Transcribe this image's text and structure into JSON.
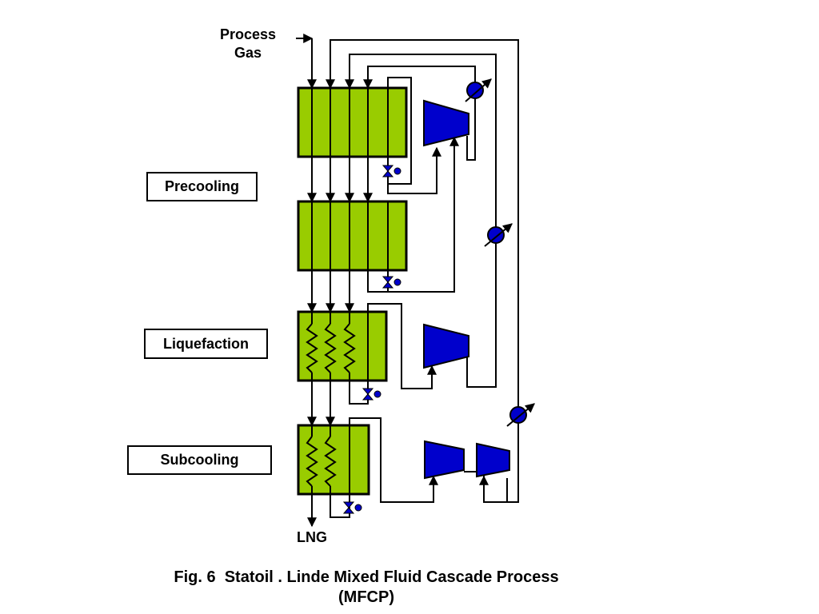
{
  "labels": {
    "process_gas_line1": "Process",
    "process_gas_line2": "Gas",
    "lng": "LNG",
    "caption_line1": "Fig. 6  Statoil . Linde Mixed Fluid Cascade Process",
    "caption_line2": "(MFCP)"
  },
  "stages": {
    "precooling": "Precooling",
    "liquefaction": "Liquefaction",
    "subcooling": "Subcooling"
  },
  "colors": {
    "exchanger_fill": "#99cc00",
    "compressor_fill": "#0000cc",
    "line": "#000000",
    "cooler_fill": "#0000cc"
  },
  "icons": {
    "compressor": "compressor-icon",
    "valve": "expansion-valve-icon",
    "cooler": "cooler-icon",
    "coil": "coil-heat-exchanger-icon"
  }
}
